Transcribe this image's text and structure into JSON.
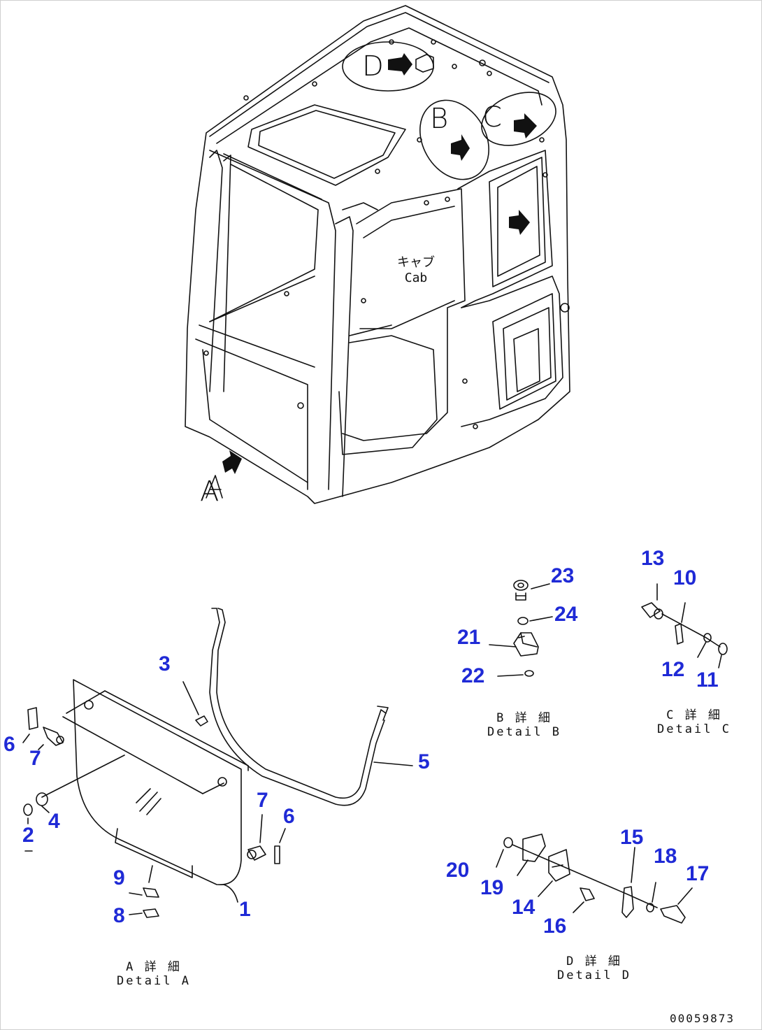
{
  "cab_label": {
    "jp": "キャブ",
    "en": "Cab"
  },
  "view_markers": {
    "A": "A",
    "B": "B",
    "C": "C",
    "D": "D"
  },
  "detail_captions": {
    "A": {
      "jp": "A 詳 細",
      "en": "Detail A"
    },
    "B": {
      "jp": "B 詳 細",
      "en": "Detail B"
    },
    "C": {
      "jp": "C 詳 細",
      "en": "Detail C"
    },
    "D": {
      "jp": "D 詳 細",
      "en": "Detail D"
    }
  },
  "callouts": {
    "p1": "1",
    "p2": "2",
    "p3": "3",
    "p4": "4",
    "p5": "5",
    "p6a": "6",
    "p6b": "6",
    "p7a": "7",
    "p7b": "7",
    "p8": "8",
    "p9": "9",
    "p10": "10",
    "p11": "11",
    "p12": "12",
    "p13": "13",
    "p14": "14",
    "p15": "15",
    "p16": "16",
    "p17": "17",
    "p18": "18",
    "p19": "19",
    "p20": "20",
    "p21": "21",
    "p22": "22",
    "p23": "23",
    "p24": "24"
  },
  "drawing_number": "00059873",
  "colors": {
    "callout": "#1f2ad6",
    "line": "#111111"
  }
}
